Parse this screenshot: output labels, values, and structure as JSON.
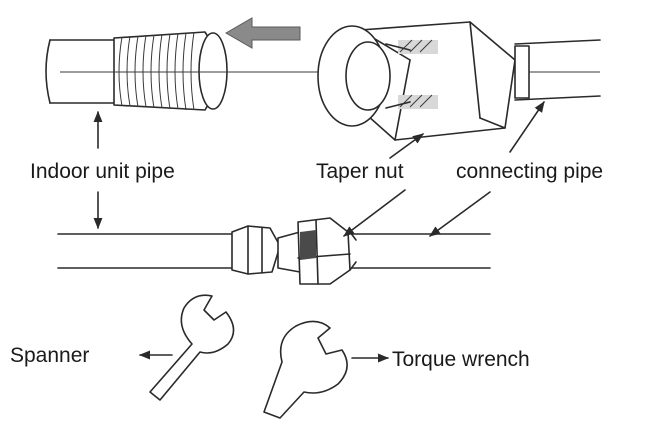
{
  "labels": {
    "indoor_unit_pipe": "Indoor unit pipe",
    "taper_nut": "Taper nut",
    "connecting_pipe": "connecting pipe",
    "spanner": "Spanner",
    "torque_wrench": "Torque wrench"
  },
  "colors": {
    "line": "#2a2a2a",
    "arrow_fill": "#8a8a8a",
    "background": "#ffffff"
  },
  "icons": {
    "direction_arrow": "arrow-left-icon"
  }
}
